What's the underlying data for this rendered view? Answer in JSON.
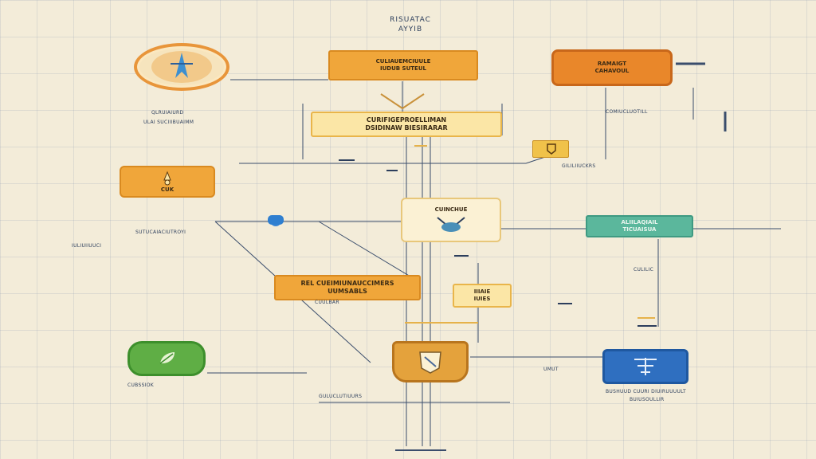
{
  "diagram": {
    "title_line1": "RISUATAC",
    "title_line2": "AYYIB",
    "nodes": {
      "top_center": {
        "line1": "CULIAUEMCIUULE",
        "line2": "IUDUB SUTEUL"
      },
      "top_right": {
        "line1": "RAMAIGT",
        "line2": "CAHAVOUL"
      },
      "banner": {
        "line1": "CURIFIGEPROELLIMAN",
        "line2": "DSIDINAW BIESIRARAR"
      },
      "left_orange_icon": "CUK",
      "center_cream": {
        "line1": "CUINCHUE"
      },
      "mid_left": {
        "line1": "REL CUEIMIUNAUCCIMERS",
        "line2": "UUMSABLS"
      },
      "mid_right_pale": {
        "line1": "IIIAIE",
        "line2": "IUIES"
      },
      "teal": {
        "line1": "ALIILAQIAIL",
        "line2": "TICUAISUA"
      }
    },
    "annotations": {
      "a1": "QLRUIAIURD",
      "a2": "ULAI SUCIIIBUAIMM",
      "a3": "COMIUCLUOTILL",
      "a4": "GILILIIUCKRS",
      "a5": "SUTUCAIACIUTROYI",
      "a6": "IULIUIIUUCI",
      "a7": "CULILIC",
      "a8": "CUBSSIOK",
      "a9": "UMUT",
      "a10": "BUSHUUD CUURI DIUIRUUUULT",
      "a11": "BUIUSOULLIR",
      "a12": "GULUCLUTIUURS",
      "a13": "CUULBAR"
    },
    "icons": [
      "compass-icon",
      "star-rocket-icon",
      "shield-check-icon",
      "leaf-icon",
      "shield-badge-icon",
      "network-icon",
      "chat-icon"
    ],
    "colors": {
      "background": "#f3ecd9",
      "orange": "#f0a63a",
      "orange_dark": "#e9872a",
      "teal": "#5bb79c",
      "blue": "#2f6fc0",
      "green": "#5fae45",
      "line": "#2c3e5c"
    }
  }
}
